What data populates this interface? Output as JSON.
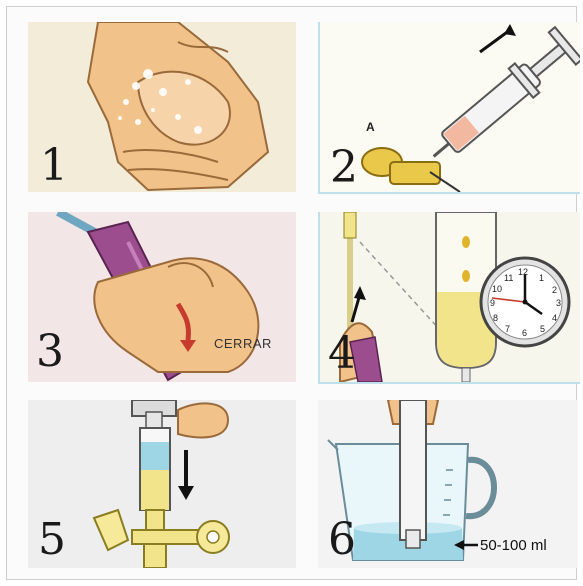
{
  "steps": [
    {
      "number": "1"
    },
    {
      "number": "2",
      "label": "A"
    },
    {
      "number": "3",
      "label": "CERRAR"
    },
    {
      "number": "4"
    },
    {
      "number": "5"
    },
    {
      "number": "6",
      "label": "50-100 ml"
    }
  ],
  "clock": {
    "numerals": [
      "12",
      "1",
      "2",
      "3",
      "4",
      "5",
      "6",
      "7",
      "8",
      "9",
      "10",
      "11"
    ]
  },
  "colors": {
    "skin": "#f2c28b",
    "skin_outline": "#9a6a3a",
    "clamp": "#9b4d8e",
    "fluid_yellow": "#f2e48a",
    "water_blue": "#9fd6e6",
    "accent_red": "#c73a2e",
    "panel_border": "#bfe0ea"
  }
}
